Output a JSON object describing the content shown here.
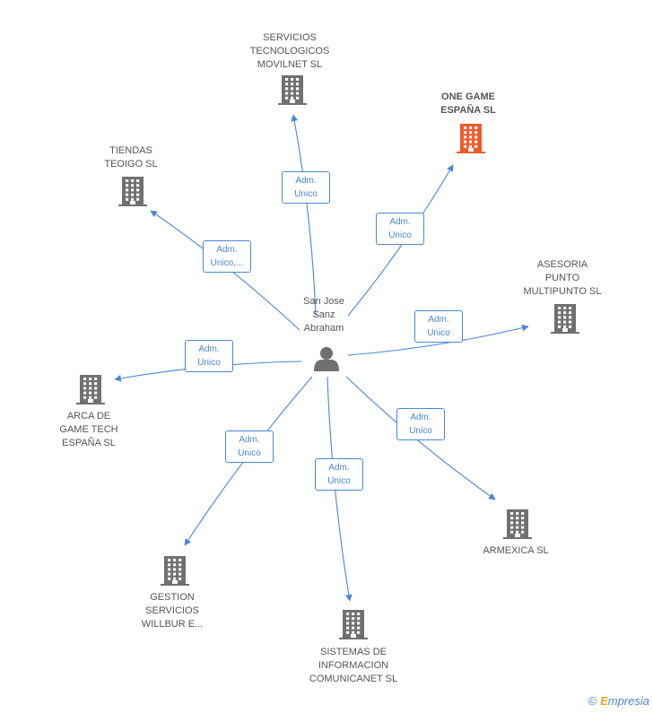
{
  "colors": {
    "edge": "#4a86d4",
    "building": "#707070",
    "highlight": "#f05a28",
    "person": "#707070"
  },
  "center": {
    "label": "San Jose\nSanz\nAbraham",
    "icon": "person-icon"
  },
  "companies": [
    {
      "id": "servicios-tecnologicos",
      "label": "SERVICIOS\nTECNOLOGICOS\nMOVILNET SL",
      "icon": "building-icon",
      "highlight": false,
      "role": "Adm.\nUnico"
    },
    {
      "id": "one-game",
      "label": "ONE GAME\nESPAÑA SL",
      "icon": "building-icon",
      "highlight": true,
      "role": "Adm.\nUnico"
    },
    {
      "id": "tiendas-teoigo",
      "label": "TIENDAS\nTEOIGO SL",
      "icon": "building-icon",
      "highlight": false,
      "role": "Adm.\nUnico,..."
    },
    {
      "id": "asesoria-punto",
      "label": "ASESORIA\nPUNTO\nMULTIPUNTO SL",
      "icon": "building-icon",
      "highlight": false,
      "role": "Adm.\nUnico"
    },
    {
      "id": "arca-de-game",
      "label": "ARCA DE\nGAME TECH\nESPAÑA SL",
      "icon": "building-icon",
      "highlight": false,
      "role": "Adm.\nUnico"
    },
    {
      "id": "armexica",
      "label": "ARMEXICA SL",
      "icon": "building-icon",
      "highlight": false,
      "role": "Adm.\nUnico"
    },
    {
      "id": "gestion-servicios",
      "label": "GESTION\nSERVICIOS\nWILLBUR E...",
      "icon": "building-icon",
      "highlight": false,
      "role": "Adm.\nUnico"
    },
    {
      "id": "sistemas-informacion",
      "label": "SISTEMAS DE\nINFORMACION\nCOMUNICANET SL",
      "icon": "building-icon",
      "highlight": false,
      "role": "Adm.\nUnico"
    }
  ],
  "watermark": {
    "copyright": "©",
    "brand_initial": "E",
    "brand_rest": "mpresia"
  }
}
